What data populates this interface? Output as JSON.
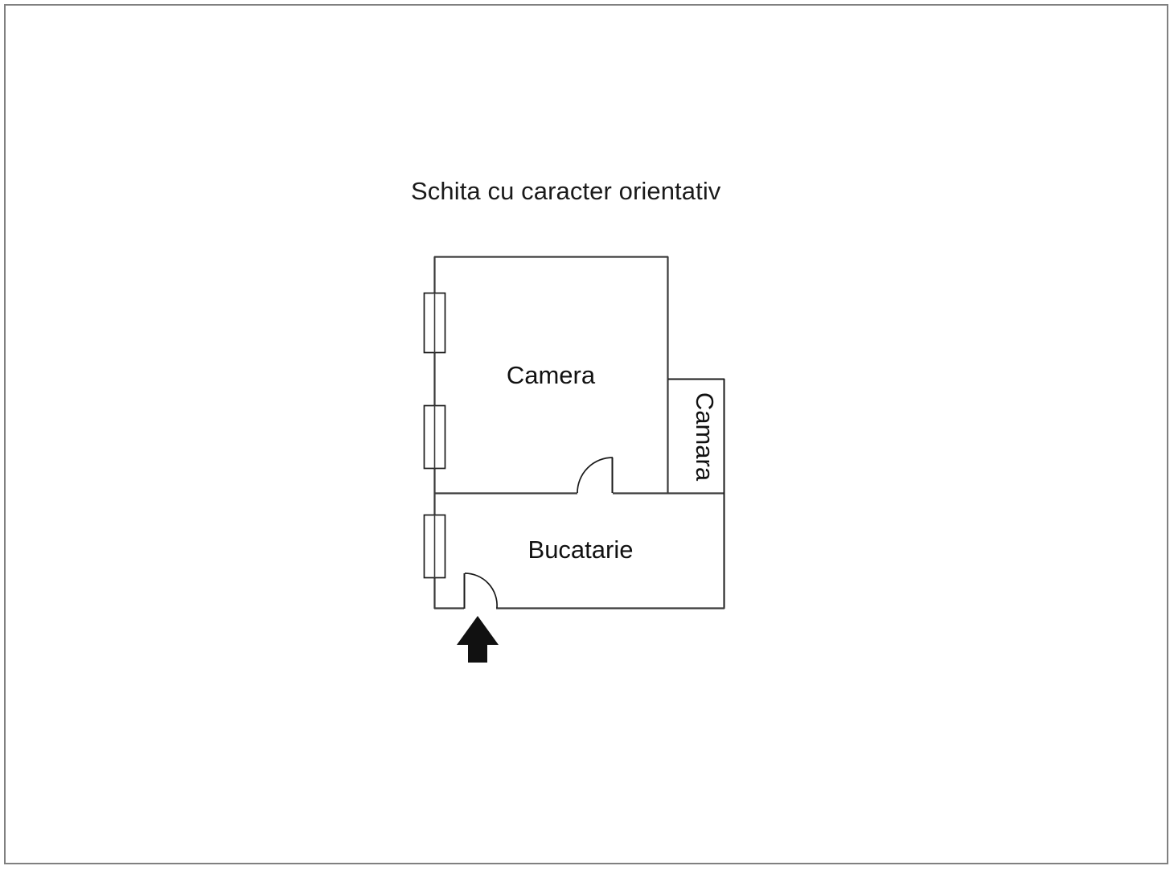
{
  "document": {
    "title": "Schita cu caracter orientativ",
    "border_color": "#808080",
    "background_color": "#ffffff"
  },
  "floorplan": {
    "wall_color": "#3a3a3a",
    "window_color": "#1a1a1a",
    "door_arc_color": "#1a1a1a",
    "entrance_arrow_color": "#111111",
    "rooms": [
      {
        "id": "camera",
        "label": "Camera",
        "orientation": "horizontal"
      },
      {
        "id": "camara",
        "label": "Camara",
        "orientation": "vertical"
      },
      {
        "id": "bucatarie",
        "label": "Bucatarie",
        "orientation": "horizontal"
      }
    ],
    "windows": [
      {
        "id": "window-camera-upper",
        "wall": "left"
      },
      {
        "id": "window-camera-lower",
        "wall": "left"
      },
      {
        "id": "window-bucatarie",
        "wall": "left"
      }
    ],
    "doors": [
      {
        "id": "door-interior-camera-bucatarie",
        "type": "swing"
      },
      {
        "id": "door-entrance-bucatarie",
        "type": "swing"
      }
    ],
    "entrance_marker": {
      "id": "entrance-arrow",
      "direction": "up"
    }
  }
}
